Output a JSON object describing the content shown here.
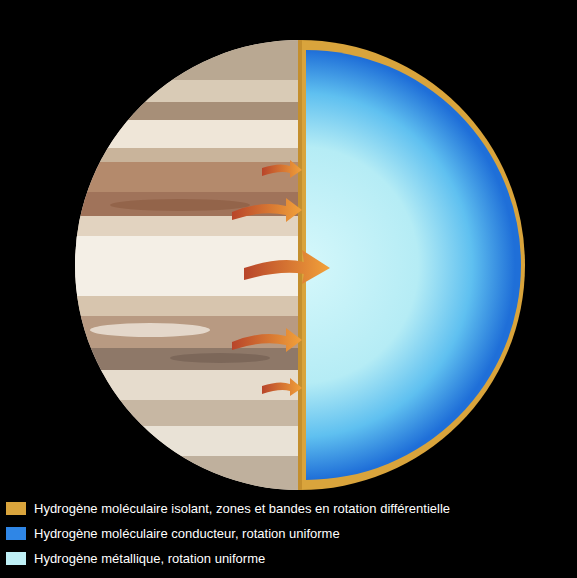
{
  "diagram": {
    "legend": [
      {
        "text": "Hydrogène moléculaire isolant, zones et bandes en rotation différentielle",
        "color": "#d9a43c"
      },
      {
        "text": "Hydrogène moléculaire conducteur, rotation uniforme",
        "color": "#2f86e6"
      },
      {
        "text": "Hydrogène métallique, rotation uniforme",
        "color": "#bff0f6"
      }
    ]
  }
}
